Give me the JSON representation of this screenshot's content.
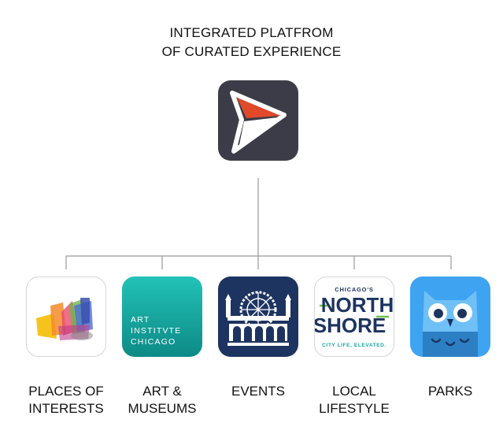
{
  "header": {
    "line1": "INTEGRATED PLATFROM",
    "line2": "OF CURATED EXPERIENCE"
  },
  "hub": {
    "icon": "paper-plane-icon",
    "bg": "#3b3c47",
    "accent": "#e0492a"
  },
  "apps": [
    {
      "id": "places",
      "label1": "PLACES OF",
      "label2": "INTERESTS",
      "icon": "colorful-shapes-icon"
    },
    {
      "id": "art",
      "label1": "ART &",
      "label2": "MUSEUMS",
      "icon": "art-institute-logo",
      "logo_lines": [
        "ART",
        "INSTITVTE",
        "CHICAGO"
      ],
      "bg": "#1aa89f"
    },
    {
      "id": "events",
      "label1": "EVENTS",
      "label2": "",
      "icon": "ferris-wheel-icon",
      "bg": "#1d3461"
    },
    {
      "id": "local",
      "label1": "LOCAL",
      "label2": "LIFESTYLE",
      "icon": "north-shore-logo",
      "logo_top": "CHICAGO'S",
      "logo_mid1": "NORTH",
      "logo_mid2": "SHORE",
      "logo_bottom": "CITY LIFE, ELEVATED."
    },
    {
      "id": "parks",
      "label1": "PARKS",
      "label2": "",
      "icon": "owl-icon",
      "bg": "#3ea3f0"
    }
  ]
}
